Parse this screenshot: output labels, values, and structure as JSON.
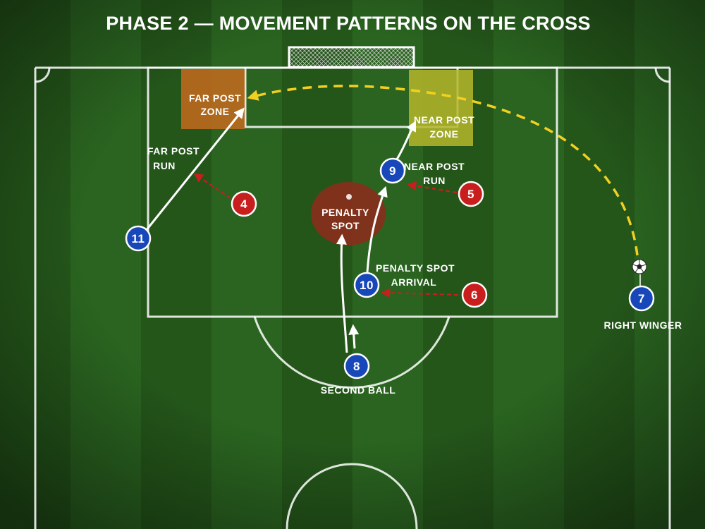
{
  "title": "PHASE 2 — MOVEMENT PATTERNS ON THE CROSS",
  "colors": {
    "grass_dark": "#1f4a14",
    "grass_light": "#2c6a1c",
    "attacker": "#1747b8",
    "defender": "#c81e1e",
    "cross": "#f2d022",
    "far_post_zone": "#c46a1e",
    "near_post_zone": "#b5b62a",
    "penalty_spot_zone": "#8f2a1c"
  },
  "zones": {
    "far_post": {
      "line1": "FAR POST",
      "line2": "ZONE"
    },
    "near_post": {
      "line1": "NEAR POST",
      "line2": "ZONE"
    },
    "penalty_spot": {
      "line1": "PENALTY",
      "line2": "SPOT"
    }
  },
  "attackers": {
    "p11": {
      "number": "11",
      "line1": "FAR POST",
      "line2": "RUN"
    },
    "p9": {
      "number": "9",
      "line1": "NEAR POST",
      "line2": "RUN"
    },
    "p10": {
      "number": "10",
      "line1": "PENALTY SPOT",
      "line2": "ARRIVAL"
    },
    "p8": {
      "number": "8",
      "line1": "SECOND BALL"
    },
    "p7": {
      "number": "7",
      "line1": "RIGHT WINGER"
    }
  },
  "defenders": {
    "d4": {
      "number": "4"
    },
    "d5": {
      "number": "5"
    },
    "d6": {
      "number": "6"
    }
  },
  "ball": {
    "icon": "soccer-ball-icon"
  }
}
